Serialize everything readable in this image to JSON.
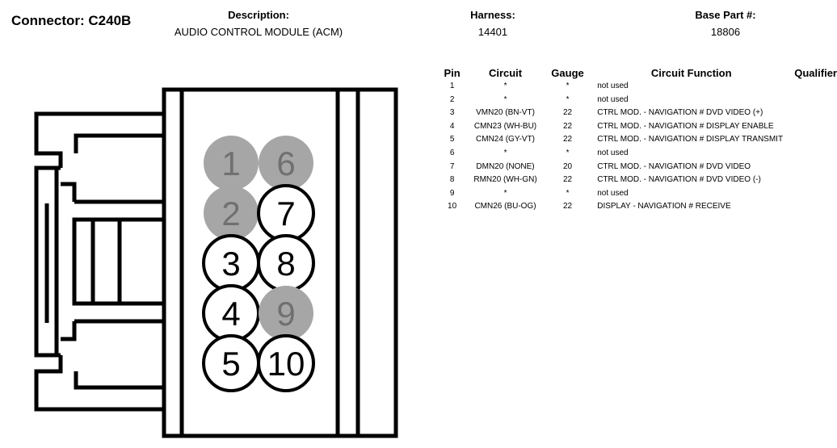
{
  "connector": {
    "title": "Connector: C240B"
  },
  "description": {
    "label": "Description:",
    "value": "AUDIO CONTROL MODULE (ACM)"
  },
  "harness": {
    "label": "Harness:",
    "value": "14401"
  },
  "base_part": {
    "label": "Base Part #:",
    "value": "18806"
  },
  "table": {
    "headers": [
      "Pin",
      "Circuit",
      "Gauge",
      "Circuit Function",
      "Qualifier"
    ],
    "rows": [
      {
        "pin": "1",
        "circuit": "*",
        "gauge": "*",
        "function": "not used",
        "qualifier": ""
      },
      {
        "pin": "2",
        "circuit": "*",
        "gauge": "*",
        "function": "not used",
        "qualifier": ""
      },
      {
        "pin": "3",
        "circuit": "VMN20 (BN-VT)",
        "gauge": "22",
        "function": "CTRL MOD. - NAVIGATION # DVD VIDEO (+)",
        "qualifier": ""
      },
      {
        "pin": "4",
        "circuit": "CMN23 (WH-BU)",
        "gauge": "22",
        "function": "CTRL MOD. - NAVIGATION # DISPLAY ENABLE",
        "qualifier": ""
      },
      {
        "pin": "5",
        "circuit": "CMN24 (GY-VT)",
        "gauge": "22",
        "function": "CTRL MOD. - NAVIGATION # DISPLAY TRANSMIT",
        "qualifier": ""
      },
      {
        "pin": "6",
        "circuit": "*",
        "gauge": "*",
        "function": "not used",
        "qualifier": ""
      },
      {
        "pin": "7",
        "circuit": "DMN20 (NONE)",
        "gauge": "20",
        "function": "CTRL MOD. - NAVIGATION # DVD VIDEO",
        "qualifier": ""
      },
      {
        "pin": "8",
        "circuit": "RMN20 (WH-GN)",
        "gauge": "22",
        "function": "CTRL MOD. - NAVIGATION # DVD VIDEO (-)",
        "qualifier": ""
      },
      {
        "pin": "9",
        "circuit": "*",
        "gauge": "*",
        "function": "not used",
        "qualifier": ""
      },
      {
        "pin": "10",
        "circuit": "CMN26 (BU-OG)",
        "gauge": "22",
        "function": "DISPLAY - NAVIGATION # RECEIVE",
        "qualifier": ""
      }
    ]
  },
  "diagram": {
    "pins": [
      {
        "label": "1",
        "used": false
      },
      {
        "label": "2",
        "used": false
      },
      {
        "label": "3",
        "used": true
      },
      {
        "label": "4",
        "used": true
      },
      {
        "label": "5",
        "used": true
      },
      {
        "label": "6",
        "used": false
      },
      {
        "label": "7",
        "used": true
      },
      {
        "label": "8",
        "used": true
      },
      {
        "label": "9",
        "used": false
      },
      {
        "label": "10",
        "used": true
      }
    ],
    "colors": {
      "unused_fill": "#a6a6a6",
      "unused_text": "#707070",
      "used_fill": "#ffffff",
      "outline": "#000000"
    }
  }
}
